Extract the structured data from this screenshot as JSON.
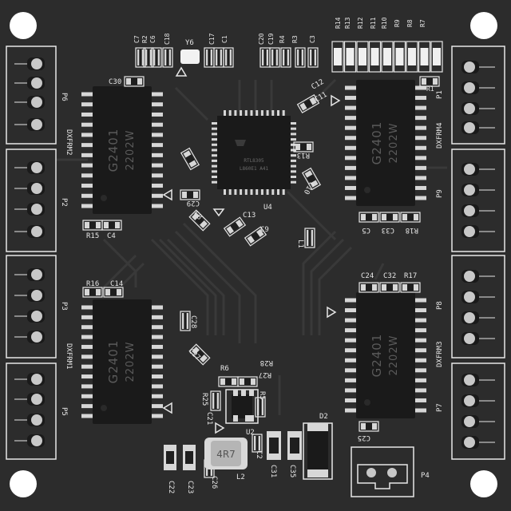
{
  "board": {
    "colors": {
      "board": "#2c2c2c",
      "trace": "#3a3a3a",
      "silk": "#e6e6e6",
      "chip": "#1a1a1a",
      "pin": "#d7d7d7",
      "hole": "#ffffff",
      "header_pin": "#c8c8c8"
    },
    "transformers": [
      {
        "id": "tl",
        "mark_line1": "G2401",
        "mark_line2": "2202W"
      },
      {
        "id": "tr",
        "mark_line1": "G2401",
        "mark_line2": "2202W"
      },
      {
        "id": "bl",
        "mark_line1": "G2401",
        "mark_line2": "2202W"
      },
      {
        "id": "br",
        "mark_line1": "G2401",
        "mark_line2": "2202W"
      }
    ],
    "mcu": {
      "line1": "RTL8305",
      "line2": "L860E1 A41"
    },
    "inductor_mark": "4R7",
    "labels": {
      "P6": "P6",
      "P2": "P2",
      "P3": "P3",
      "P5": "P5",
      "P1": "P1",
      "P9": "P9",
      "P8": "P8",
      "P7": "P7",
      "P4": "P4",
      "DXFRM1": "DXFRM1",
      "DXFRM2": "DXFRM2",
      "DXFRM3": "DXFRM3",
      "DXFRM4": "DXFRM4",
      "U4": "U4",
      "U2": "U2",
      "Y6": "Y6",
      "D2": "D2",
      "L2": "L2",
      "C30": "C30",
      "C29": "C29",
      "C4": "C4",
      "R15": "R15",
      "R16": "R16",
      "C14": "C14",
      "C28": "C28",
      "C27": "C27",
      "C22": "C22",
      "C23": "C23",
      "C26": "C26",
      "R6": "R6",
      "R28": "R28",
      "R27": "R27",
      "R25": "R25",
      "R5": "R5",
      "C21": "C21",
      "C2": "C2",
      "C31": "C31",
      "C35": "C35",
      "C25": "C25",
      "C24": "C24",
      "C32": "C32",
      "R17": "R17",
      "C5": "C5",
      "C33": "C33",
      "R18": "R18",
      "C13": "C13",
      "C9": "C9",
      "C8": "C8",
      "L1": "L1",
      "C12": "C12",
      "C11": "C11",
      "R13": "R13",
      "C10": "C10",
      "C7": "C7",
      "R2": "R2",
      "C6": "C6",
      "C18": "C18",
      "C17": "C17",
      "C1": "C1",
      "C20": "C20",
      "C19": "C19",
      "R4": "R4",
      "R3": "R3",
      "C3": "C3",
      "R1": "R1",
      "R14": "R14",
      "R12": "R12",
      "R11": "R11",
      "R10": "R10",
      "R9": "R9",
      "R8": "R8",
      "R7": "R7",
      "R13b": "R13"
    }
  }
}
